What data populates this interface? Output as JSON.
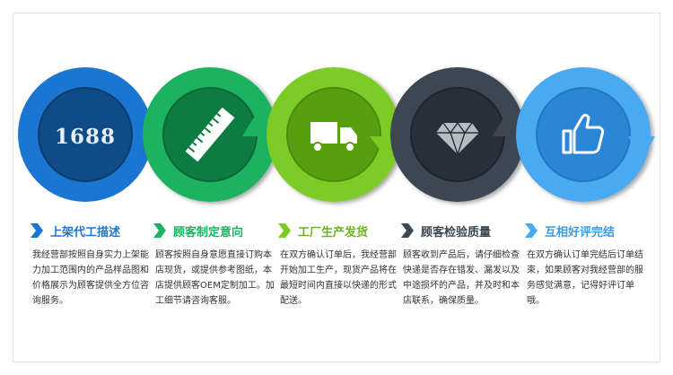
{
  "colors": {
    "blue": "#1b76d2",
    "green": "#1eb360",
    "lime": "#7ccb25",
    "gray": "#3d4752",
    "skyblue": "#4aaaf1"
  },
  "steps": [
    {
      "icon": "text-1688-icon",
      "icon_text": "1688",
      "title": "上架代工描述",
      "desc": "我经营部按照自身实力上架能力加工范围内的产品样品图和价格展示为顾客提供全方位咨询服务。"
    },
    {
      "icon": "ruler-icon",
      "title": "顾客制定意向",
      "desc": "顾客按照自身意愿直接订购本店现货，或提供参考图纸，本店提供顾客OEM定制加工。加工细节请咨询客服。"
    },
    {
      "icon": "truck-icon",
      "title": "工厂生产发货",
      "desc": "在双方确认订单后，我经营部开始加工生产，现货产品将在最短时间内直接以快递的形式配送。"
    },
    {
      "icon": "diamond-icon",
      "title": "顾客检验质量",
      "desc": "顾客收到产品后，请仔细检查快递是否存在错发、漏发以及中途损坏的产品，并及时和本店联系，确保质量。"
    },
    {
      "icon": "thumbs-up-icon",
      "title": "互相好评完结",
      "desc": "在双方确认订单完结后订单结束，如果顾客对我经营部的服务感觉满意，记得好评订单哦。"
    }
  ]
}
